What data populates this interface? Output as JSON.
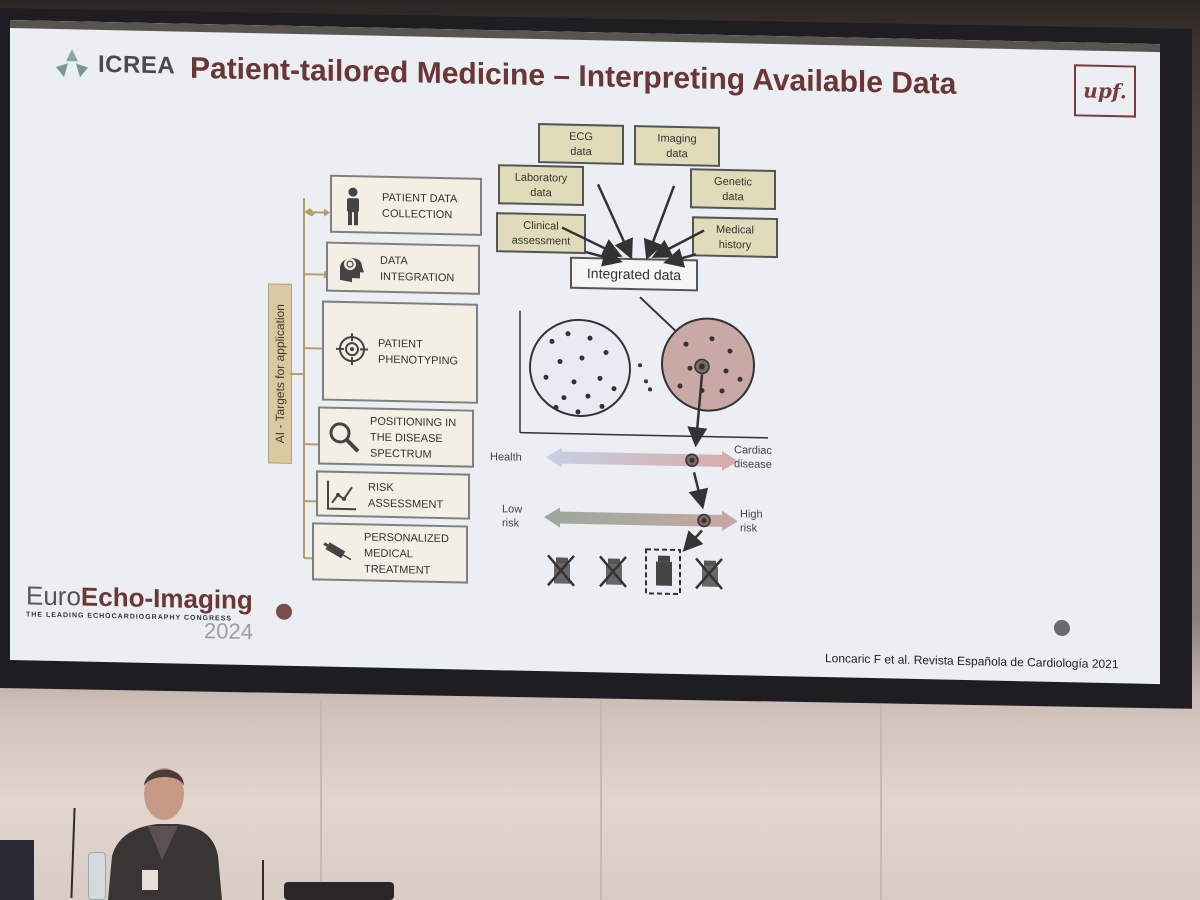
{
  "header": {
    "icrea_logo_text": "ICREA",
    "title": "Patient-tailored Medicine – Interpreting Available Data",
    "upf_logo_text": "upf."
  },
  "left_panel": {
    "vertical_label": "AI - Targets for application",
    "items": [
      {
        "label_line1": "PATIENT DATA",
        "label_line2": "COLLECTION",
        "icon": "person-icon"
      },
      {
        "label_line1": "DATA",
        "label_line2": "INTEGRATION",
        "icon": "brain-head-icon"
      },
      {
        "label_line1": "PATIENT",
        "label_line2": "PHENOTYPING",
        "icon": "target-icon"
      },
      {
        "label_line1": "POSITIONING IN",
        "label_line2": "THE DISEASE",
        "label_line3": "SPECTRUM",
        "icon": "magnifier-icon"
      },
      {
        "label_line1": "RISK",
        "label_line2": "ASSESSMENT",
        "icon": "line-chart-icon"
      },
      {
        "label_line1": "PERSONALIZED",
        "label_line2": "MEDICAL",
        "label_line3": "TREATMENT",
        "icon": "syringe-icon"
      }
    ]
  },
  "diagram": {
    "data_sources": [
      {
        "line1": "ECG",
        "line2": "data"
      },
      {
        "line1": "Imaging",
        "line2": "data"
      },
      {
        "line1": "Laboratory",
        "line2": "data"
      },
      {
        "line1": "Genetic",
        "line2": "data"
      },
      {
        "line1": "Clinical",
        "line2": "assessment"
      },
      {
        "line1": "Medical",
        "line2": "history"
      }
    ],
    "integrated_label": "Integrated data",
    "spectrum": {
      "left": "Health",
      "right_line1": "Cardiac",
      "right_line2": "disease",
      "position": 0.78
    },
    "risk": {
      "left_line1": "Low",
      "left_line2": "risk",
      "right_line1": "High",
      "right_line2": "risk",
      "position": 0.85
    },
    "treatments": [
      {
        "icon": "pill-bottle-icon",
        "crossed": true
      },
      {
        "icon": "pill-bottle-icon",
        "crossed": true
      },
      {
        "icon": "pill-bottle-icon",
        "crossed": false,
        "selected": true
      },
      {
        "icon": "pill-bottle-icon",
        "crossed": true
      }
    ]
  },
  "footer": {
    "brand_light": "Euro",
    "brand_bold": "Echo-Imaging",
    "tagline": "THE LEADING ECHOCARDIOGRAPHY CONGRESS",
    "year": "2024",
    "citation": "Loncaric F et al.  Revista Española de Cardiología 2021"
  },
  "colors": {
    "title": "#6a3636",
    "box_fill": "#f3efe5",
    "data_box_fill": "#e0dcb9",
    "vertical_label_fill": "#d9c9a1",
    "disease_cluster": "#c9a9a5"
  }
}
